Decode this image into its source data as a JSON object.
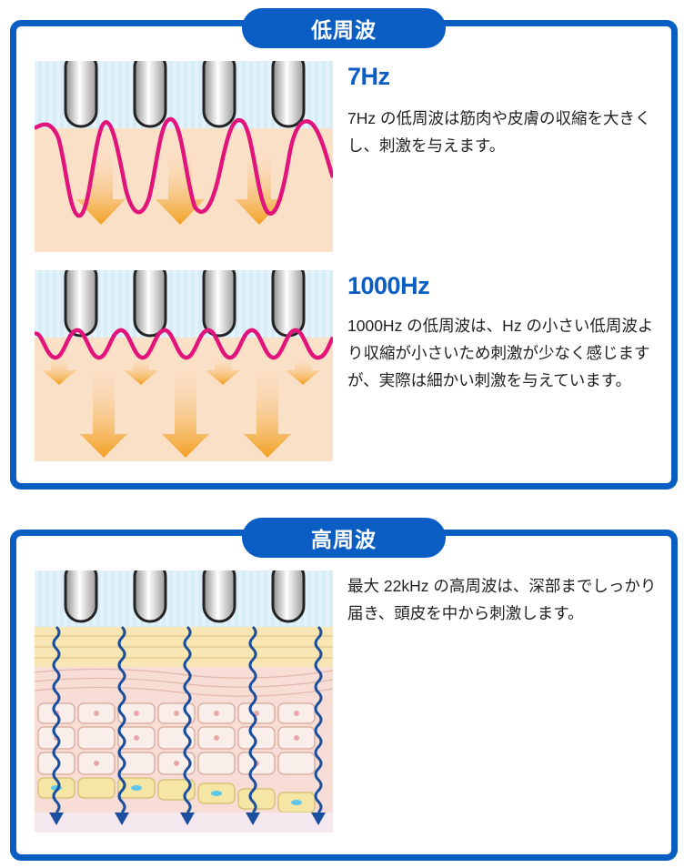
{
  "low_frequency": {
    "title": "低周波",
    "sections": [
      {
        "heading": "7Hz",
        "text": "7Hz の低周波は筋肉や皮膚の収縮を大きくし、刺激を与えます。"
      },
      {
        "heading": "1000Hz",
        "text": "1000Hz の低周波は、Hz の小さい低周波より収縮が小さいため刺激が少なく感じますが、実際は細かい刺激を与えています。"
      }
    ]
  },
  "high_frequency": {
    "title": "高周波",
    "text": "最大 22kHz の高周波は、深部までしっかり届き、頭皮を中から刺激します。"
  },
  "colors": {
    "frame": "#0a5dc2",
    "wave_low": "#e0147a",
    "wave_high": "#1a4fa0",
    "arrow": "#f2a020",
    "skin": "#fbe0c8",
    "sky": "#d8eef7"
  }
}
